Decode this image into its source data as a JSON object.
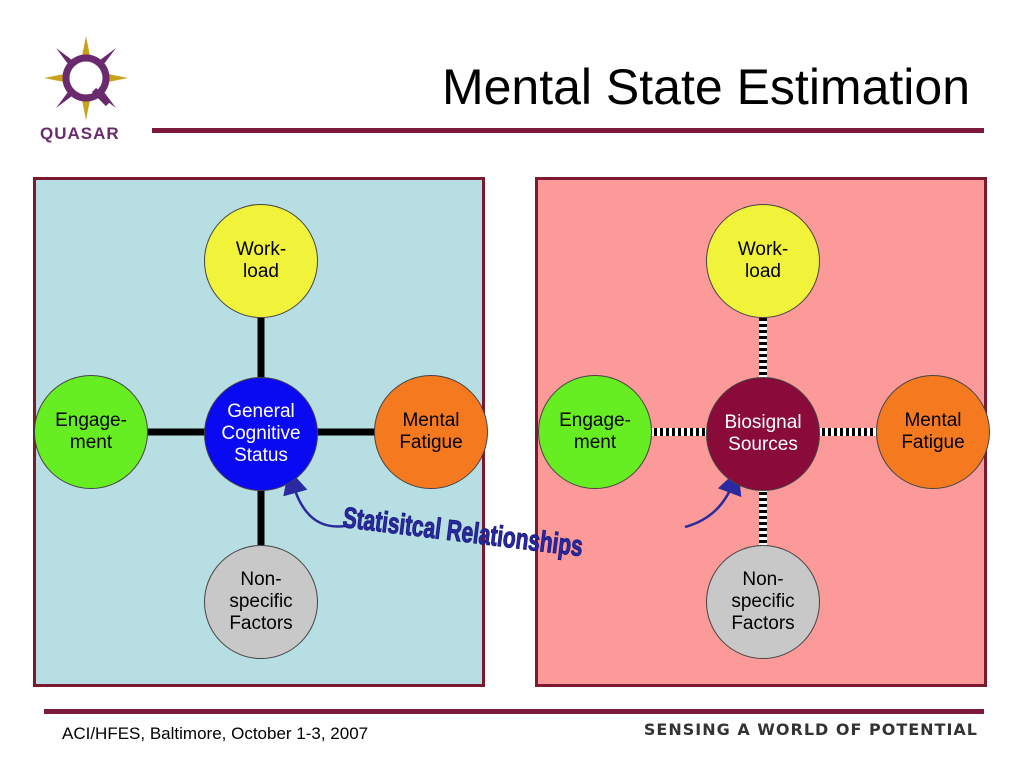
{
  "slide": {
    "logo_text": "QUASAR",
    "title": "Mental State Estimation",
    "footer_left": "ACI/HFES, Baltimore, October 1-3, 2007",
    "footer_right": "SENSING A WORLD OF POTENTIAL"
  },
  "colors": {
    "left_panel": "#b7dee3",
    "right_panel": "#fc9999",
    "panel_border": "#7b1a2e",
    "workload": "#f1f23a",
    "engagement": "#66ee22",
    "fatigue": "#f57a1f",
    "nonspecific": "#c8c8c8",
    "general_status": "#0a0af2",
    "biosignal": "#8a0a3a",
    "arrow": "#2a2aa0"
  },
  "left_diagram": {
    "center": "General\nCognitive\nStatus",
    "top": "Work-\nload",
    "left": "Engage-\nment",
    "right": "Mental\nFatigue",
    "bottom": "Non-\nspecific\nFactors"
  },
  "right_diagram": {
    "center": "Biosignal\nSources",
    "top": "Work-\nload",
    "left": "Engage-\nment",
    "right": "Mental\nFatigue",
    "bottom": "Non-\nspecific\nFactors"
  },
  "relationship_label": "Statisitcal Relationships"
}
